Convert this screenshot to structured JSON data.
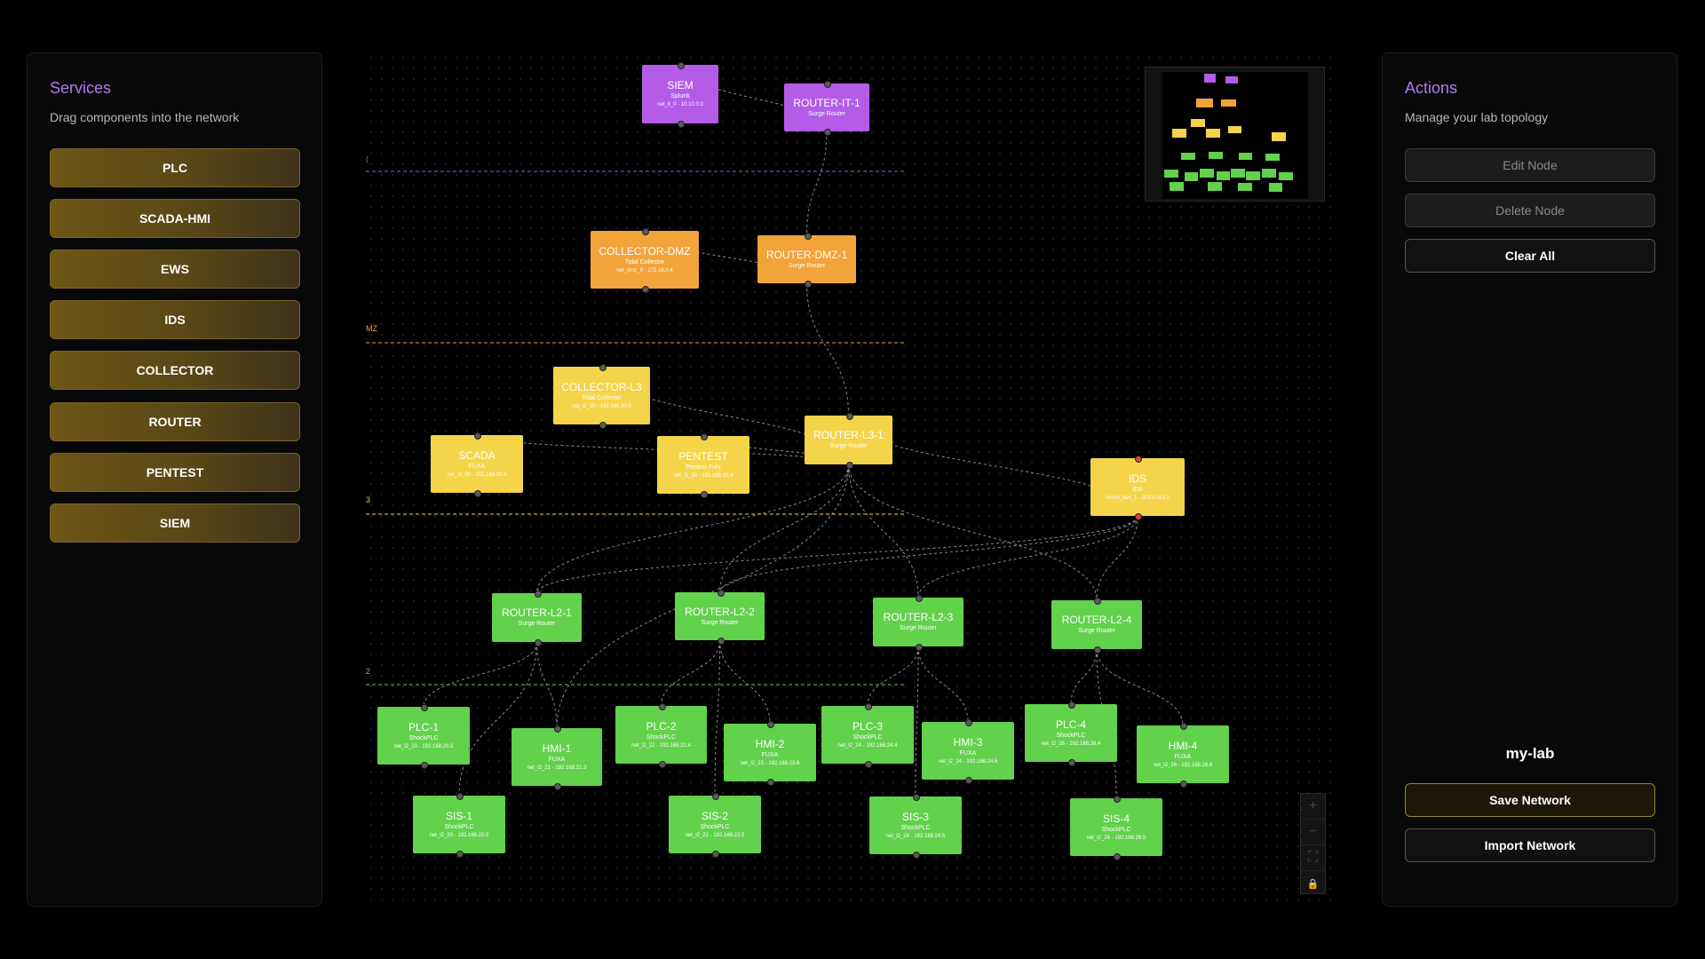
{
  "services": {
    "title": "Services",
    "subtitle": "Drag components into the network",
    "items": [
      "PLC",
      "SCADA-HMI",
      "EWS",
      "IDS",
      "COLLECTOR",
      "ROUTER",
      "PENTEST",
      "SIEM"
    ]
  },
  "actions": {
    "title": "Actions",
    "subtitle": "Manage your lab topology",
    "edit_node": "Edit Node",
    "delete_node": "Delete Node",
    "clear_all": "Clear All",
    "lab_name": "my-lab",
    "save_network": "Save Network",
    "import_network": "Import Network"
  },
  "zones": [
    {
      "label": "(",
      "color": "#9b5de5"
    },
    {
      "label": "MZ",
      "color": "#f2a33a"
    },
    {
      "label": "3",
      "color": "#f5d44a"
    },
    {
      "label": "2",
      "color": "#62d14c"
    }
  ],
  "colors": {
    "it": "#b45ce8",
    "dmz": "#f2a33a",
    "l3": "#f5d44a",
    "l2": "#62d14c",
    "accent": "#b07cf0"
  },
  "nodes": [
    {
      "id": "SIEM",
      "sub": "Splunk",
      "net": "net_it_0 - 10.10.0.3",
      "zone": "it"
    },
    {
      "id": "ROUTER-IT-1",
      "sub": "Surge Router",
      "net": "",
      "zone": "it"
    },
    {
      "id": "COLLECTOR-DMZ",
      "sub": "Tidal Collector",
      "net": "net_dmz_0 - 172.16.0.4",
      "zone": "dmz"
    },
    {
      "id": "ROUTER-DMZ-1",
      "sub": "Surge Router",
      "net": "",
      "zone": "dmz"
    },
    {
      "id": "COLLECTOR-L3",
      "sub": "Tidal Collector",
      "net": "net_l3_30 - 192.168.30.6",
      "zone": "l3"
    },
    {
      "id": "SCADA",
      "sub": "FUXA",
      "net": "net_l3_30 - 192.168.30.5",
      "zone": "l3"
    },
    {
      "id": "PENTEST",
      "sub": "Pentest Fury",
      "net": "net_l3_30 - 192.168.30.4",
      "zone": "l3"
    },
    {
      "id": "ROUTER-L3-1",
      "sub": "Surge Router",
      "net": "",
      "zone": "l3"
    },
    {
      "id": "IDS",
      "sub": "IDS",
      "net": "mirror_dev_1 - 203.0.113.2",
      "zone": "l3"
    },
    {
      "id": "ROUTER-L2-1",
      "sub": "Surge Router",
      "net": "",
      "zone": "l2"
    },
    {
      "id": "ROUTER-L2-2",
      "sub": "Surge Router",
      "net": "",
      "zone": "l2"
    },
    {
      "id": "ROUTER-L2-3",
      "sub": "Surge Router",
      "net": "",
      "zone": "l2"
    },
    {
      "id": "ROUTER-L2-4",
      "sub": "Surge Router",
      "net": "",
      "zone": "l2"
    },
    {
      "id": "PLC-1",
      "sub": "ShockPLC",
      "net": "net_l2_20 - 192.168.20.3",
      "zone": "l2"
    },
    {
      "id": "HMI-1",
      "sub": "FUXA",
      "net": "net_l2_21 - 192.168.21.3",
      "zone": "l2"
    },
    {
      "id": "PLC-2",
      "sub": "ShockPLC",
      "net": "net_l2_22 - 192.168.22.4",
      "zone": "l2"
    },
    {
      "id": "HMI-2",
      "sub": "FUXA",
      "net": "net_l2_23 - 192.168.23.6",
      "zone": "l2"
    },
    {
      "id": "PLC-3",
      "sub": "ShockPLC",
      "net": "net_l2_24 - 192.168.24.4",
      "zone": "l2"
    },
    {
      "id": "HMI-3",
      "sub": "FUXA",
      "net": "net_l2_24 - 192.168.24.6",
      "zone": "l2"
    },
    {
      "id": "PLC-4",
      "sub": "ShockPLC",
      "net": "net_l2_26 - 192.168.26.4",
      "zone": "l2"
    },
    {
      "id": "HMI-4",
      "sub": "FUXA",
      "net": "net_l2_26 - 192.168.26.6",
      "zone": "l2"
    },
    {
      "id": "SIS-1",
      "sub": "ShockPLC",
      "net": "net_l2_20 - 192.168.20.5",
      "zone": "l2"
    },
    {
      "id": "SIS-2",
      "sub": "ShockPLC",
      "net": "net_l2_22 - 192.168.22.5",
      "zone": "l2"
    },
    {
      "id": "SIS-3",
      "sub": "ShockPLC",
      "net": "net_l2_24 - 192.168.24.5",
      "zone": "l2"
    },
    {
      "id": "SIS-4",
      "sub": "ShockPLC",
      "net": "net_l2_26 - 192.168.26.5",
      "zone": "l2"
    }
  ],
  "edges": [
    [
      "SIEM",
      "ROUTER-IT-1"
    ],
    [
      "ROUTER-IT-1",
      "ROUTER-DMZ-1"
    ],
    [
      "ROUTER-DMZ-1",
      "ROUTER-L3-1"
    ],
    [
      "COLLECTOR-L3",
      "ROUTER-L3-1"
    ],
    [
      "SCADA",
      "ROUTER-L3-1"
    ],
    [
      "PENTEST",
      "ROUTER-L3-1"
    ],
    [
      "ROUTER-L3-1",
      "IDS"
    ],
    [
      "ROUTER-L3-1",
      "ROUTER-L2-1"
    ],
    [
      "ROUTER-L3-1",
      "ROUTER-L2-2"
    ],
    [
      "ROUTER-L3-1",
      "ROUTER-L2-3"
    ],
    [
      "ROUTER-L3-1",
      "ROUTER-L2-4"
    ],
    [
      "IDS",
      "ROUTER-L2-1"
    ],
    [
      "IDS",
      "ROUTER-L2-2"
    ],
    [
      "IDS",
      "ROUTER-L2-3"
    ],
    [
      "IDS",
      "ROUTER-L2-4"
    ],
    [
      "ROUTER-L2-1",
      "PLC-1"
    ],
    [
      "ROUTER-L2-1",
      "HMI-1"
    ],
    [
      "ROUTER-L2-1",
      "SIS-1"
    ],
    [
      "ROUTER-L2-2",
      "PLC-2"
    ],
    [
      "ROUTER-L2-2",
      "HMI-2"
    ],
    [
      "ROUTER-L2-2",
      "SIS-2"
    ],
    [
      "ROUTER-L2-3",
      "PLC-3"
    ],
    [
      "ROUTER-L2-3",
      "HMI-3"
    ],
    [
      "ROUTER-L2-3",
      "SIS-3"
    ],
    [
      "ROUTER-L2-4",
      "PLC-4"
    ],
    [
      "ROUTER-L2-4",
      "HMI-4"
    ],
    [
      "ROUTER-L2-4",
      "SIS-4"
    ],
    [
      "HMI-1",
      "ROUTER-L3-1"
    ],
    [
      "COLLECTOR-DMZ",
      "ROUTER-DMZ-1"
    ]
  ],
  "zoom_controls": {
    "plus": "+",
    "minus": "−",
    "fit": "⛶",
    "lock": "🔒"
  }
}
